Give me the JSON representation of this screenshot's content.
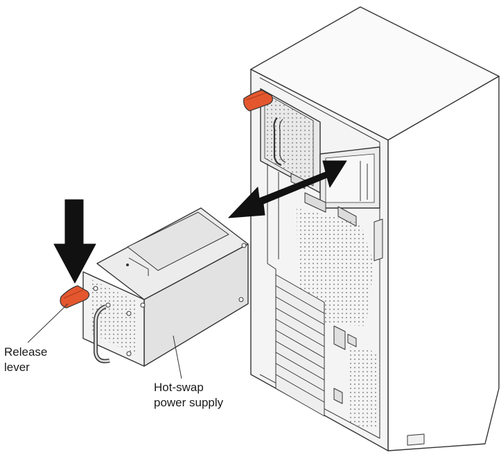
{
  "labels": {
    "release_lever_line1": "Release",
    "release_lever_line2": "lever",
    "hot_swap_line1": "Hot-swap",
    "hot_swap_line2": "power supply"
  },
  "colors": {
    "line": "#333333",
    "panel": "#e4e4e4",
    "panel_dark": "#c9c9c9",
    "panel_light": "#f1f1f1",
    "accent_orange": "#e4572e",
    "arrow": "#111111"
  },
  "icons": [
    "release-lever-tab",
    "insert-remove-arrow",
    "press-down-arrow"
  ]
}
